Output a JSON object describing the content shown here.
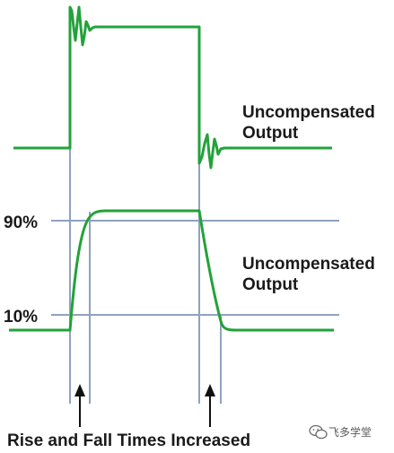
{
  "labels": {
    "upper_output_line1": "Uncompensated",
    "upper_output_line2": "Output",
    "lower_output_line1": "Uncompensated",
    "lower_output_line2": "Output",
    "level_90": "90%",
    "level_10": "10%",
    "caption": "Rise and Fall Times Increased"
  },
  "watermark": {
    "text": "飞多学堂",
    "icon": "wechat-icon"
  },
  "colors": {
    "signal": "#23a23a",
    "guide": "#8fa2bf",
    "text": "#1a1a1a"
  }
}
